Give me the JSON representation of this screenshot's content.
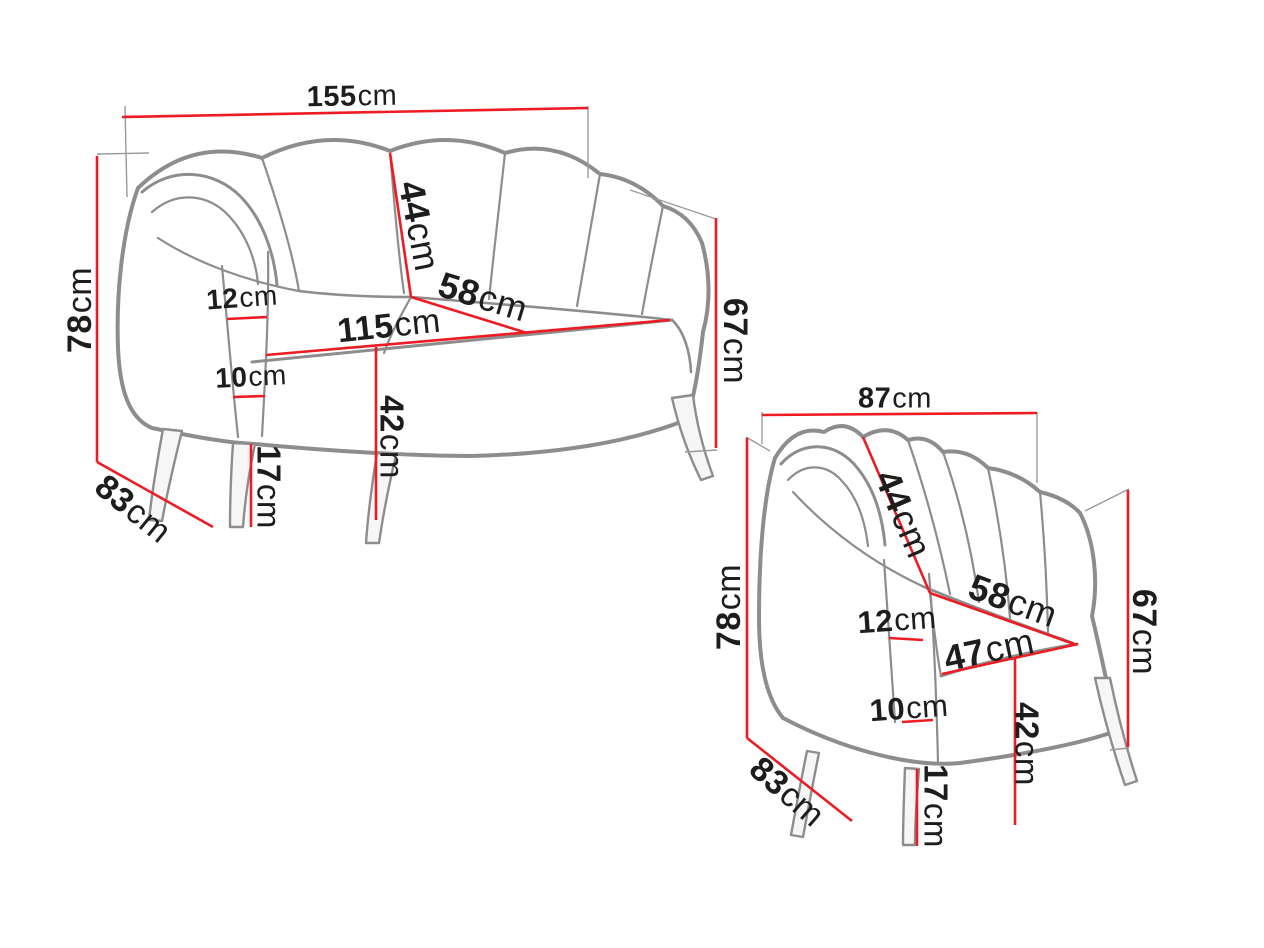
{
  "page": {
    "background": "#ffffff"
  },
  "theme": {
    "dimension_line_color": "#ed1c24",
    "furniture_outline_color": "#8d8d8d",
    "extension_line_color": "#9a9a9a",
    "text_color": "#1d1d1b"
  },
  "sofa": {
    "name": "two-seater shell sofa dimension drawing",
    "dims": {
      "total_width": {
        "value": "155",
        "unit": "cm"
      },
      "total_height": {
        "value": "78",
        "unit": "cm"
      },
      "total_depth": {
        "value": "83",
        "unit": "cm"
      },
      "back_height": {
        "value": "44",
        "unit": "cm"
      },
      "seat_depth": {
        "value": "58",
        "unit": "cm"
      },
      "seat_width": {
        "value": "115",
        "unit": "cm"
      },
      "arm_width_top": {
        "value": "12",
        "unit": "cm"
      },
      "arm_width_bottom": {
        "value": "10",
        "unit": "cm"
      },
      "seat_height": {
        "value": "42",
        "unit": "cm"
      },
      "leg_height": {
        "value": "17",
        "unit": "cm"
      },
      "side_height": {
        "value": "67",
        "unit": "cm"
      }
    }
  },
  "armchair": {
    "name": "shell armchair dimension drawing",
    "dims": {
      "total_width": {
        "value": "87",
        "unit": "cm"
      },
      "total_height": {
        "value": "78",
        "unit": "cm"
      },
      "total_depth": {
        "value": "83",
        "unit": "cm"
      },
      "back_height": {
        "value": "44",
        "unit": "cm"
      },
      "seat_depth": {
        "value": "58",
        "unit": "cm"
      },
      "seat_width": {
        "value": "47",
        "unit": "cm"
      },
      "arm_width_top": {
        "value": "12",
        "unit": "cm"
      },
      "arm_width_bottom": {
        "value": "10",
        "unit": "cm"
      },
      "seat_height": {
        "value": "42",
        "unit": "cm"
      },
      "leg_height": {
        "value": "17",
        "unit": "cm"
      },
      "side_height": {
        "value": "67",
        "unit": "cm"
      }
    }
  }
}
